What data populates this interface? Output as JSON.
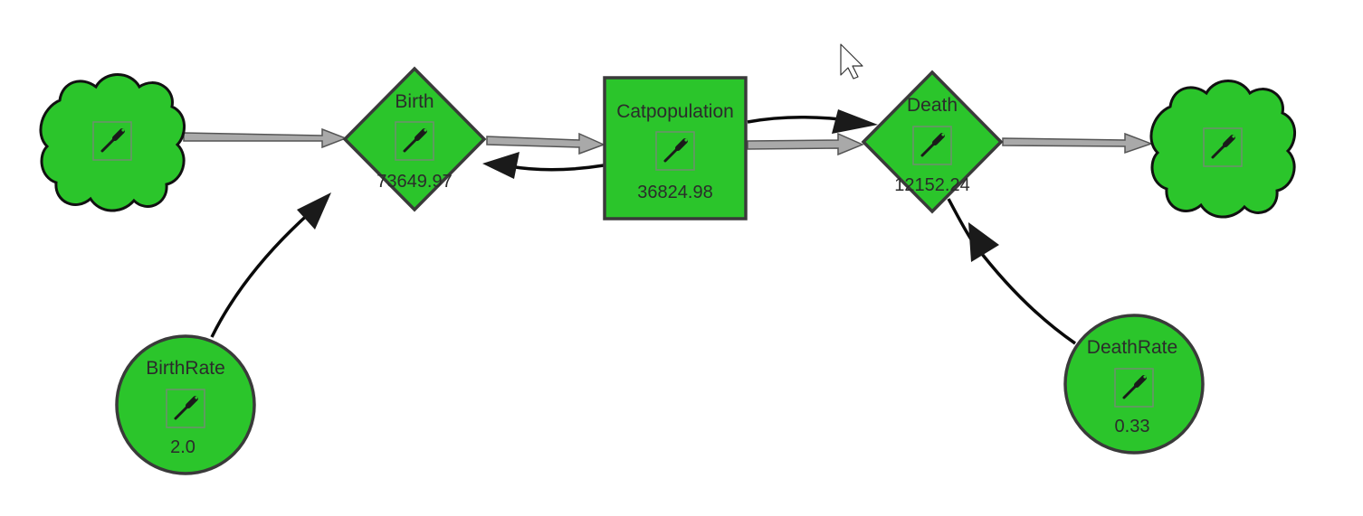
{
  "diagram": {
    "stock": {
      "name": "Catpopulation",
      "value": "36824.98",
      "icon": "edit-wrench-icon"
    },
    "flows": [
      {
        "name": "Birth",
        "value": "73649.97",
        "icon": "edit-wrench-icon"
      },
      {
        "name": "Death",
        "value": "12152.24",
        "icon": "edit-wrench-icon"
      }
    ],
    "variables": [
      {
        "name": "BirthRate",
        "value": "2.0",
        "icon": "edit-wrench-icon"
      },
      {
        "name": "DeathRate",
        "value": "0.33",
        "icon": "edit-wrench-icon"
      }
    ],
    "clouds": [
      {
        "role": "source",
        "icon": "edit-wrench-icon"
      },
      {
        "role": "sink",
        "icon": "edit-wrench-icon"
      }
    ]
  },
  "colors": {
    "node_fill": "#2bc52b",
    "node_stroke": "#3a3a3a",
    "pipe_fill": "#a9a9a9",
    "link_stroke": "#0a0a0a"
  },
  "cursor": {
    "icon": "mouse-pointer-icon"
  }
}
